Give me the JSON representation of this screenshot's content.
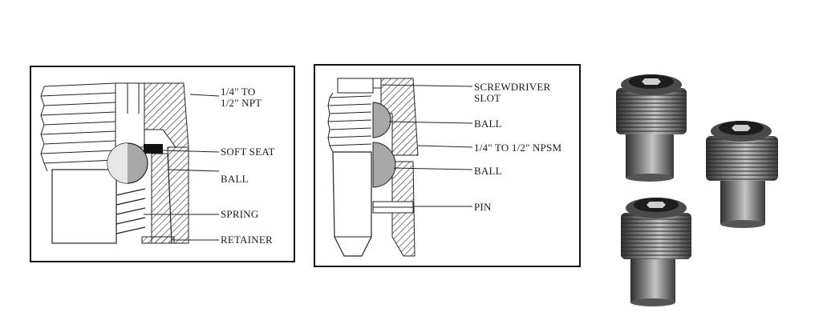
{
  "panel_left": {
    "labels": {
      "npt_line1": "1/4\" TO",
      "npt_line2": "1/2\" NPT",
      "soft_seat": "SOFT SEAT",
      "ball": "BALL",
      "spring": "SPRING",
      "retainer": "RETAINER"
    }
  },
  "panel_middle": {
    "labels": {
      "screwdriver_line1": "SCREWDRIVER",
      "screwdriver_line2": "SLOT",
      "ball_top": "BALL",
      "npsm": "1/4\" TO 1/2\" NPSM",
      "ball_bottom": "BALL",
      "pin": "PIN"
    }
  },
  "photo": {
    "subject": "three-check-valve-photos",
    "colors": {
      "metal_dark": "#3c3c3c",
      "metal_mid": "#7a7a7a",
      "metal_light": "#bdbdbd"
    }
  }
}
